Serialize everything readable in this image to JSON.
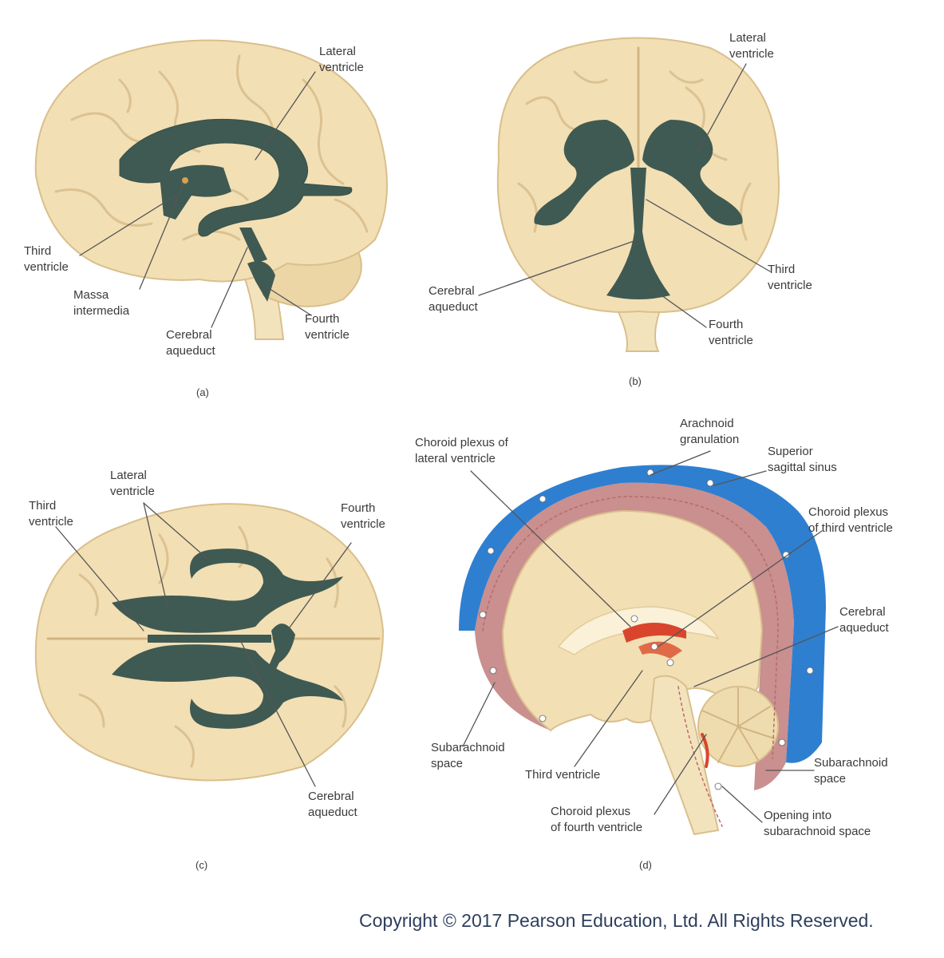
{
  "panel_a": {
    "lateral_ventricle": "Lateral\nventricle",
    "third_ventricle": "Third\nventricle",
    "massa_intermedia": "Massa\nintermedia",
    "cerebral_aqueduct": "Cerebral\naqueduct",
    "fourth_ventricle": "Fourth\nventricle",
    "caption": "(a)"
  },
  "panel_b": {
    "lateral_ventricle": "Lateral\nventricle",
    "third_ventricle": "Third\nventricle",
    "cerebral_aqueduct": "Cerebral\naqueduct",
    "fourth_ventricle": "Fourth\nventricle",
    "caption": "(b)"
  },
  "panel_c": {
    "third_ventricle": "Third\nventricle",
    "lateral_ventricle": "Lateral\nventricle",
    "fourth_ventricle": "Fourth\nventricle",
    "cerebral_aqueduct": "Cerebral\naqueduct",
    "caption": "(c)"
  },
  "panel_d": {
    "choroid_plexus_lateral": "Choroid plexus of\nlateral ventricle",
    "arachnoid_granulation": "Arachnoid\ngranulation",
    "superior_sagittal_sinus": "Superior\nsagittal sinus",
    "choroid_plexus_third": "Choroid plexus\nof third ventricle",
    "cerebral_aqueduct": "Cerebral\naqueduct",
    "subarachnoid_space_left": "Subarachnoid\nspace",
    "third_ventricle": "Third ventricle",
    "subarachnoid_space_right": "Subarachnoid\nspace",
    "choroid_plexus_fourth": "Choroid plexus\nof fourth ventricle",
    "opening_subarachnoid": "Opening into\nsubarachnoid space",
    "caption": "(d)"
  },
  "copyright": "Copyright © 2017 Pearson Education, Ltd. All Rights Reserved.",
  "colors": {
    "brain": "#f2dfb4",
    "brain_outline": "#d9bf8c",
    "ventricle": "#3f5a52",
    "sinus_blue": "#2f7fd0",
    "meninges": "#b86a6a",
    "choroid_red": "#d9452c",
    "label_text": "#3a3a3a",
    "copyright_text": "#2e3e5c"
  }
}
